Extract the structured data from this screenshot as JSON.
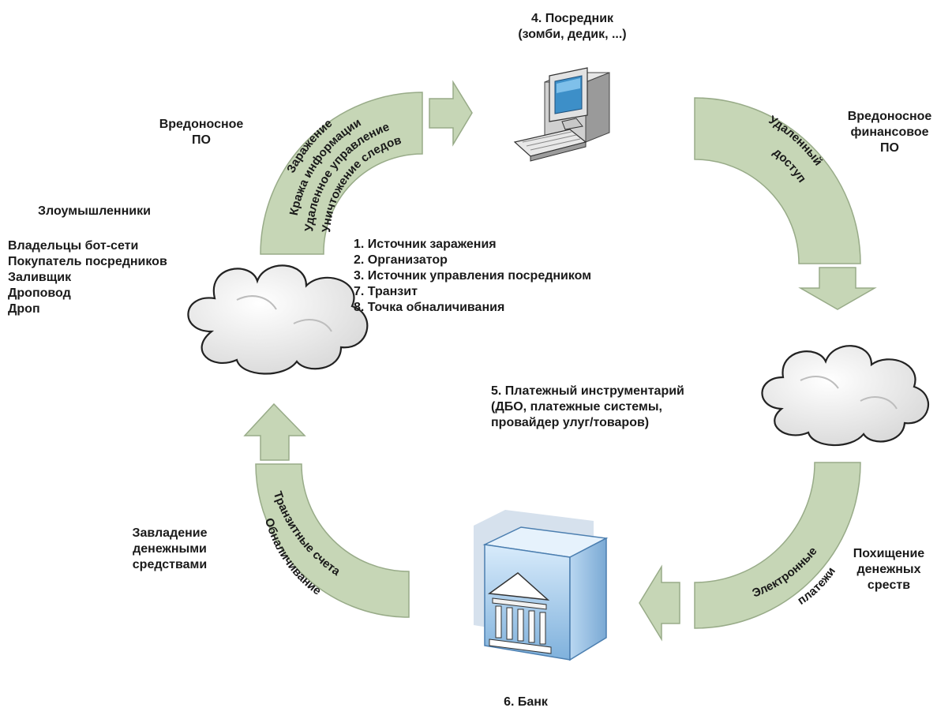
{
  "colors": {
    "arrow_fill": "#c6d6b6",
    "arrow_stroke": "#98ab88",
    "text": "#1a1a1a",
    "cloud_fill": "#e9e9e9"
  },
  "nodes": {
    "intermediary": {
      "title": "4. Посредник",
      "subtitle": "(зомби, дедик, ...)",
      "icon": "computer-icon"
    },
    "payment_tools": {
      "lines": [
        "5. Платежный инструментарий",
        "(ДБО, платежные системы,",
        "провайдер улуг/товаров)"
      ],
      "icon": "cloud-icon"
    },
    "bank": {
      "title": "6. Банк",
      "icon": "bank-building-icon"
    },
    "attackers_cloud": {
      "lines": [
        "1. Источник заражения",
        "2. Организатор",
        "3. Источник управления посредником",
        "7. Транзит",
        "8. Точка обналичивания"
      ],
      "icon": "cloud-icon"
    }
  },
  "attackers": {
    "title": "Злоумышленники",
    "roles": [
      "Владельцы бот-сети",
      "Покупатель посредников",
      "Заливщик",
      "Дроповод",
      "Дроп"
    ]
  },
  "side_labels": {
    "malware": [
      "Вредоносное",
      "ПО"
    ],
    "financial_malware": [
      "Вредоносное",
      "финансовое",
      "ПО"
    ],
    "theft": [
      "Похищение",
      "денежных",
      "срeств"
    ],
    "seizure": [
      "Завладение",
      "денежными",
      "средствами"
    ]
  },
  "arcs": {
    "infection": [
      "Заражение",
      "Кража информации",
      "Удаленное управление",
      "Уничтожение следов"
    ],
    "remote": [
      "Удаленный",
      "доступ"
    ],
    "payments": [
      "Электронные",
      "платежи"
    ],
    "transit": [
      "Транзитные счета",
      "Обналичивание"
    ]
  }
}
